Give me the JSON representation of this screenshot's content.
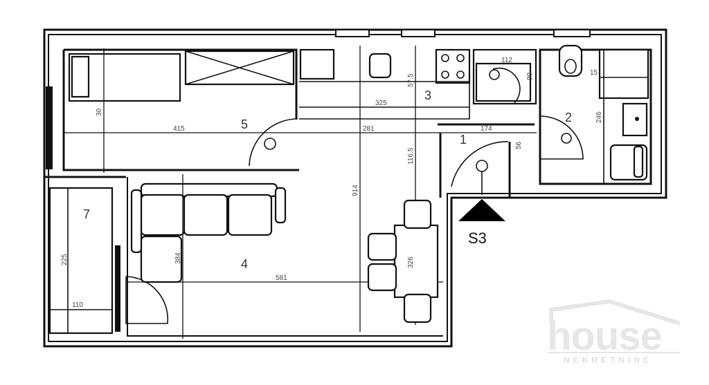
{
  "floorplan": {
    "rooms": [
      {
        "id": "1",
        "label": "1"
      },
      {
        "id": "2",
        "label": "2"
      },
      {
        "id": "3",
        "label": "3"
      },
      {
        "id": "4",
        "label": "4"
      },
      {
        "id": "5",
        "label": "5"
      },
      {
        "id": "7",
        "label": "7"
      }
    ],
    "dimensions": {
      "d415": "415",
      "d325": "325",
      "d281": "281",
      "d174": "174",
      "d112": "112",
      "d581": "581",
      "d110": "110",
      "d914": "914",
      "d1165": "116.5",
      "d575": "57.5",
      "d30": "30",
      "d90": "90",
      "d246": "246",
      "d225": "225",
      "d384": "384",
      "d326": "326",
      "d56": "56",
      "d15": "15"
    },
    "entrance_marker": {
      "label": "S3",
      "color": "#000000"
    }
  },
  "watermark": {
    "brand": "house",
    "subtitle": "NEKRETNINE",
    "color": "#e6e6e6"
  }
}
